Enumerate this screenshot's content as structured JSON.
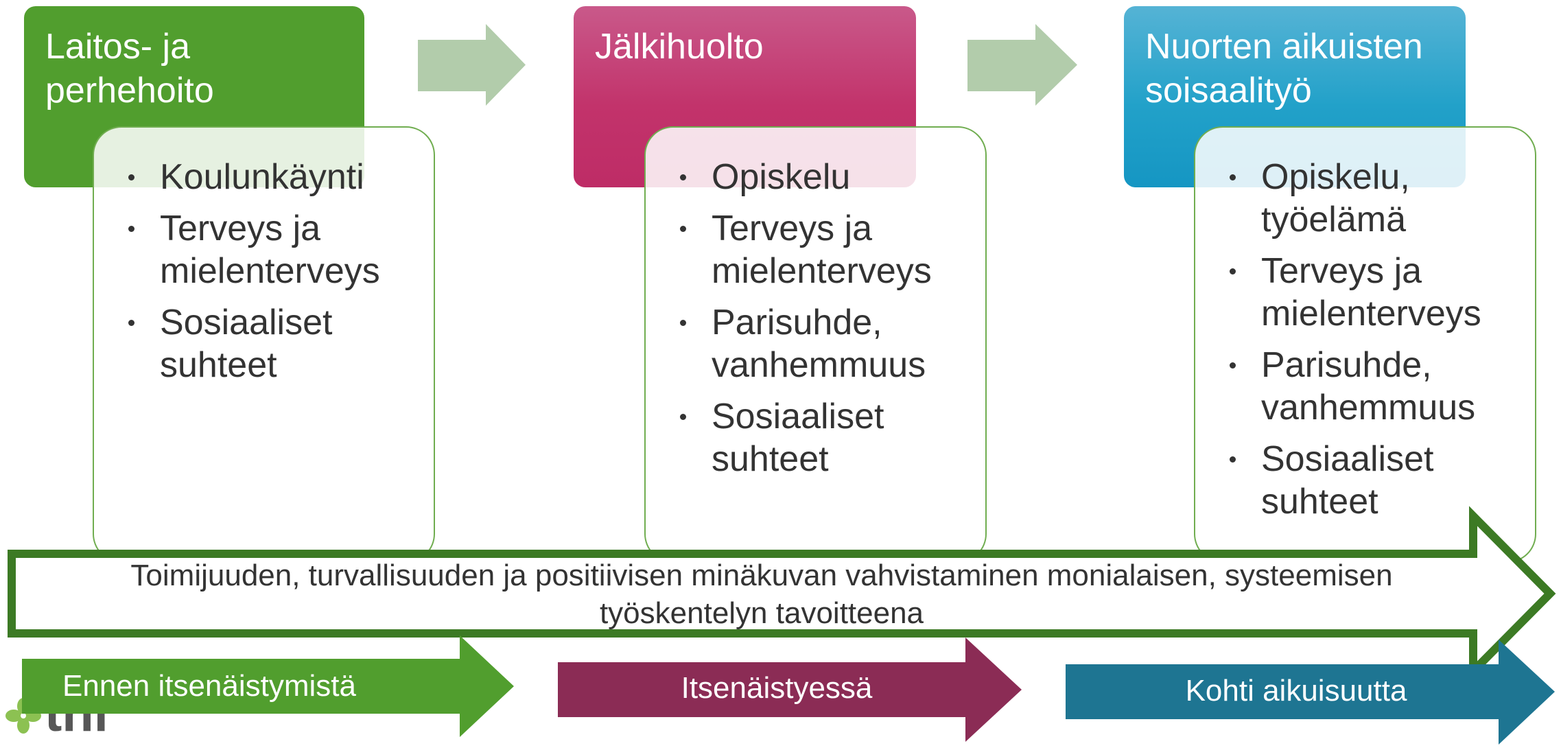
{
  "stages": [
    {
      "title": "Laitos- ja perhehoito",
      "color": "#519e2e",
      "items": [
        "Koulunkäynti",
        "Terveys ja mielenterveys",
        "Sosiaaliset suhteet"
      ]
    },
    {
      "title": "Jälkihuolto",
      "color": "#c2336b",
      "items": [
        "Opiskelu",
        "Terveys ja mielenterveys",
        "Parisuhde, vanhemmuus",
        "Sosiaaliset suhteet"
      ]
    },
    {
      "title": "Nuorten aikuisten soisaalityö",
      "color": "#22a1c9",
      "items": [
        "Opiskelu, työelämä",
        "Terveys ja mielenterveys",
        "Parisuhde, vanhemmuus",
        "Sosiaaliset suhteet"
      ]
    }
  ],
  "connector_arrow_color": "#b2ccab",
  "goal_arrow": {
    "text": "Toimijuuden, turvallisuuden ja positiivisen minäkuvan vahvistaminen monialaisen, systeemisen työskentelyn tavoitteena",
    "stroke_color": "#3c7a24",
    "fill_color": "#ffffff"
  },
  "phases": [
    {
      "label": "Ennen itsenäistymistä",
      "color": "#519e2e"
    },
    {
      "label": "Itsenäistyessä",
      "color": "#8b2c55"
    },
    {
      "label": "Kohti aikuisuutta",
      "color": "#1e7592"
    }
  ],
  "logo": {
    "text": "thl",
    "icon": "thl-flower-icon",
    "icon_color": "#8cc152"
  }
}
